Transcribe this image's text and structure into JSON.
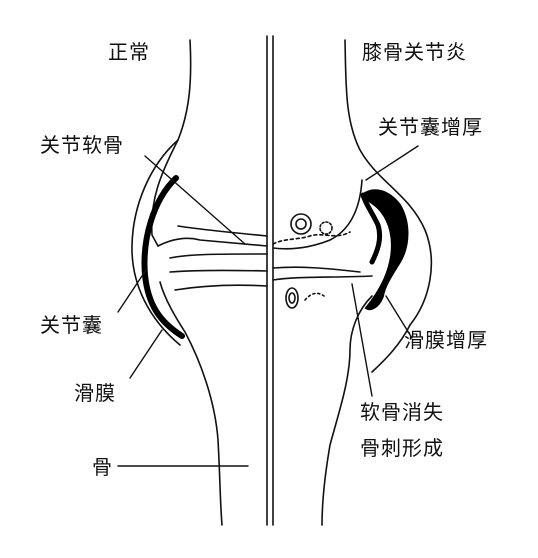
{
  "titles": {
    "left": "正常",
    "right": "膝骨关节炎"
  },
  "labels": {
    "cartilage": "关节软骨",
    "capsule": "关节囊",
    "synovium": "滑膜",
    "bone": "骨",
    "capsule_thickened": "关节囊增厚",
    "synovium_thickened": "滑膜增厚",
    "cartilage_loss": "软骨消失",
    "osteophyte": "骨刺形成"
  },
  "colors": {
    "line": "#111111",
    "thick": "#000000",
    "background": "#ffffff"
  }
}
